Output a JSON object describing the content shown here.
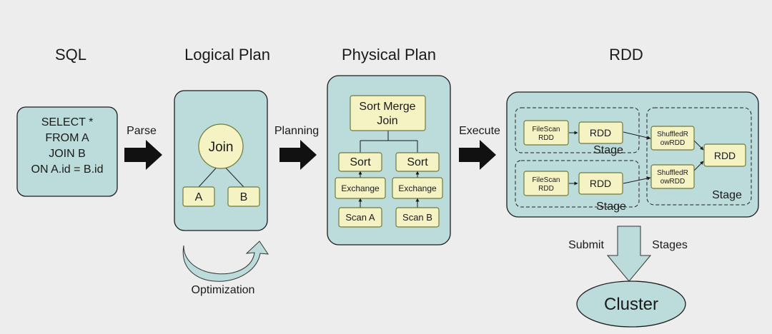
{
  "headers": {
    "sql": "SQL",
    "logical": "Logical Plan",
    "physical": "Physical Plan",
    "rdd": "RDD"
  },
  "sql_box": {
    "line1": "SELECT *",
    "line2": "FROM  A",
    "line3": "JOIN B",
    "line4": "ON A.id = B.id"
  },
  "arrows": {
    "parse": "Parse",
    "planning": "Planning",
    "execute": "Execute",
    "submit": "Submit",
    "stages": "Stages"
  },
  "logical": {
    "join": "Join",
    "a": "A",
    "b": "B",
    "optimization": "Optimization"
  },
  "physical": {
    "sort_merge_line1": "Sort Merge",
    "sort_merge_line2": "Join",
    "sort_left": "Sort",
    "sort_right": "Sort",
    "exchange_left": "Exchange",
    "exchange_right": "Exchange",
    "scan_a": "Scan A",
    "scan_b": "Scan B"
  },
  "rdd": {
    "filescan_top_line1": "FileScan",
    "filescan_top_line2": "RDD",
    "rdd_top": "RDD",
    "stage_top": "Stage",
    "filescan_bottom_line1": "FileScan",
    "filescan_bottom_line2": "RDD",
    "rdd_bottom": "RDD",
    "stage_bottom": "Stage",
    "shuffled_top_line1": "ShuffledR",
    "shuffled_top_line2": "owRDD",
    "shuffled_bottom_line1": "ShuffledR",
    "shuffled_bottom_line2": "owRDD",
    "rdd_final": "RDD",
    "stage_right": "Stage"
  },
  "cluster": "Cluster",
  "colors": {
    "background": "#ededed",
    "panel_fill": "#bcdcdc",
    "node_fill": "#f5f2c4",
    "arrow_fill": "#111111"
  }
}
